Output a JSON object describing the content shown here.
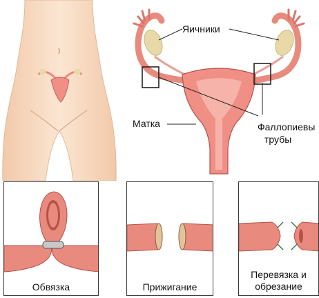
{
  "labels": {
    "ovaries": "Яичники",
    "uterus": "Матка",
    "tubes_line1": "Фаллопиевы",
    "tubes_line2": "трубы"
  },
  "panels": [
    {
      "caption_line1": "Обвязка",
      "caption_line2": ""
    },
    {
      "caption_line1": "Прижигание",
      "caption_line2": ""
    },
    {
      "caption_line1": "Перевязка и",
      "caption_line2": "обрезание"
    }
  ],
  "colors": {
    "skin": "#f7dcc4",
    "tube": "#e88a7e",
    "tube_dark": "#b8504a",
    "uterus": "#f08f86",
    "uterus_inner": "#f6b3a9",
    "ovary": "#e8d9a8",
    "ring": "#c8c8c8",
    "outline": "#333333"
  }
}
